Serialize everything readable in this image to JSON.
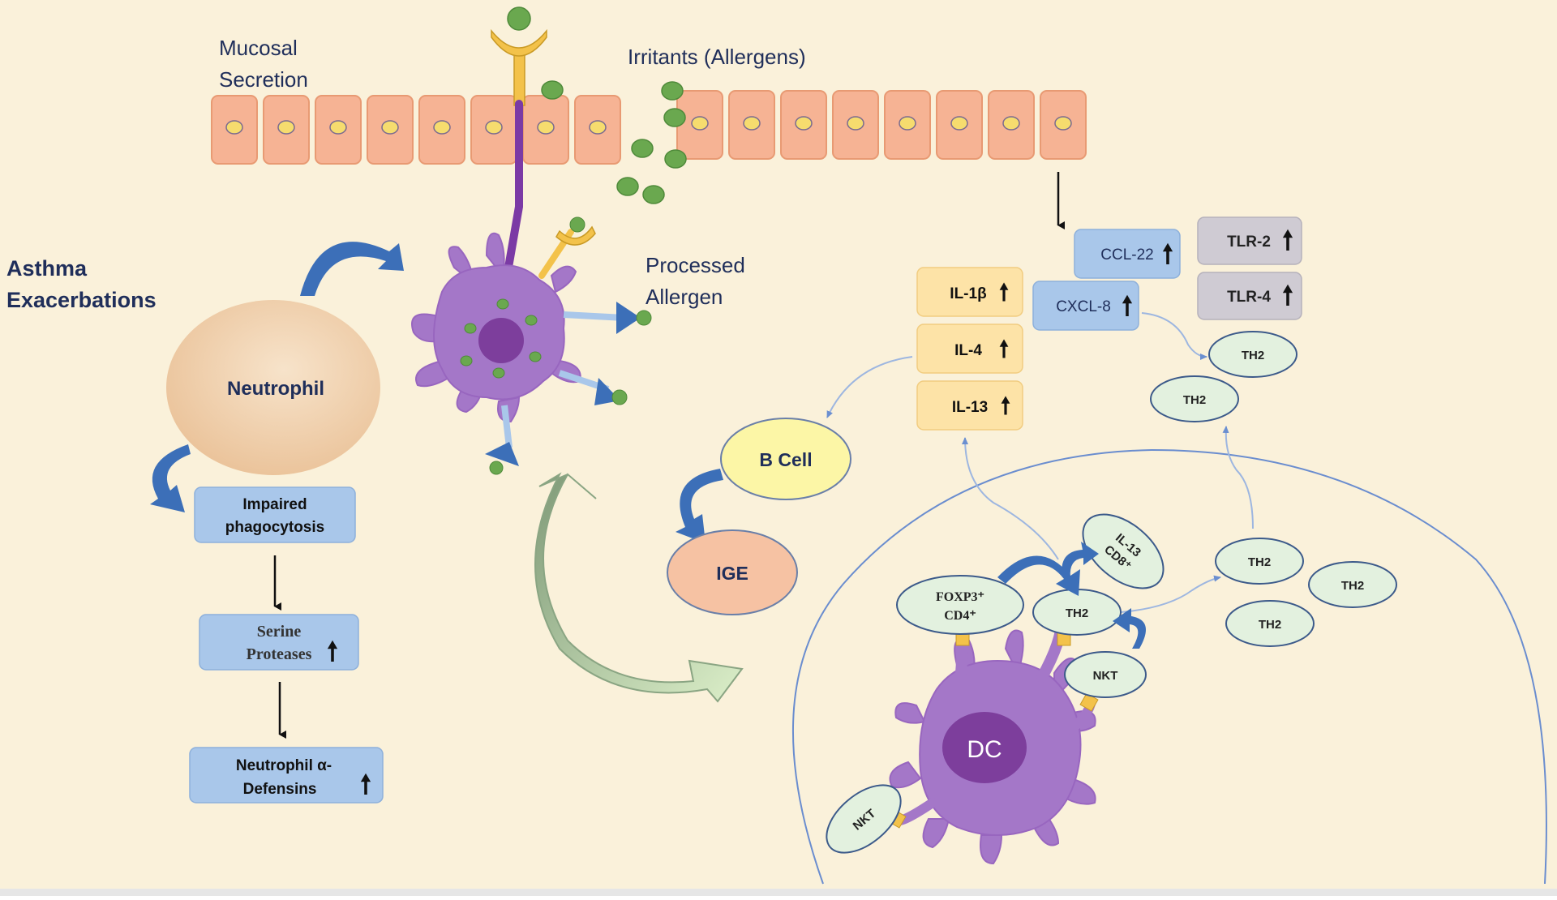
{
  "colors": {
    "background": "#faf1da",
    "epithelium": "#f6b394",
    "epithelium_stroke": "#e89a73",
    "nucleus": "#f6dc6e",
    "allergen": "#6aa84f",
    "dc_purple": "#a477c8",
    "dc_nucleus": "#7d3e9c",
    "receptor_yellow": "#f3c24a",
    "blue_box": "#a9c7ea",
    "orange_box": "#fde3a7",
    "gray_box": "#cfcbd3",
    "arrow_blue": "#3c6fb8",
    "cell_green": "#e3f1df",
    "text_navy": "#1f2e5a"
  },
  "labels": {
    "mucosal_line1": "Mucosal",
    "mucosal_line2": "Secretion",
    "irritants": "Irritants (Allergens)",
    "processed_line1": "Processed",
    "processed_line2": "Allergen",
    "asthma_line1": "Asthma",
    "asthma_line2": "Exacerbations"
  },
  "cells": {
    "neutrophil": "Neutrophil",
    "b_cell": "B Cell",
    "ige": "IGE",
    "dc": "DC",
    "foxp3_line1": "FOXP3⁺",
    "foxp3_line2": "CD4⁺",
    "il13_cd8_line1": "IL-13",
    "il13_cd8_line2": "CD8⁺",
    "nkt": "NKT",
    "th2": "TH2"
  },
  "boxes": {
    "impaired_line1": "Impaired",
    "impaired_line2": "phagocytosis",
    "serine_line1": "Serine",
    "serine_line2": "Proteases",
    "defensins_line1": "Neutrophil α-",
    "defensins_line2": "Defensins",
    "il1b": "IL-1β",
    "il4": "IL-4",
    "il13": "IL-13",
    "ccl22": "CCL-22",
    "cxcl8": "CXCL-8",
    "tlr2": "TLR-2",
    "tlr4": "TLR-4",
    "up_arrow": "🠕"
  }
}
